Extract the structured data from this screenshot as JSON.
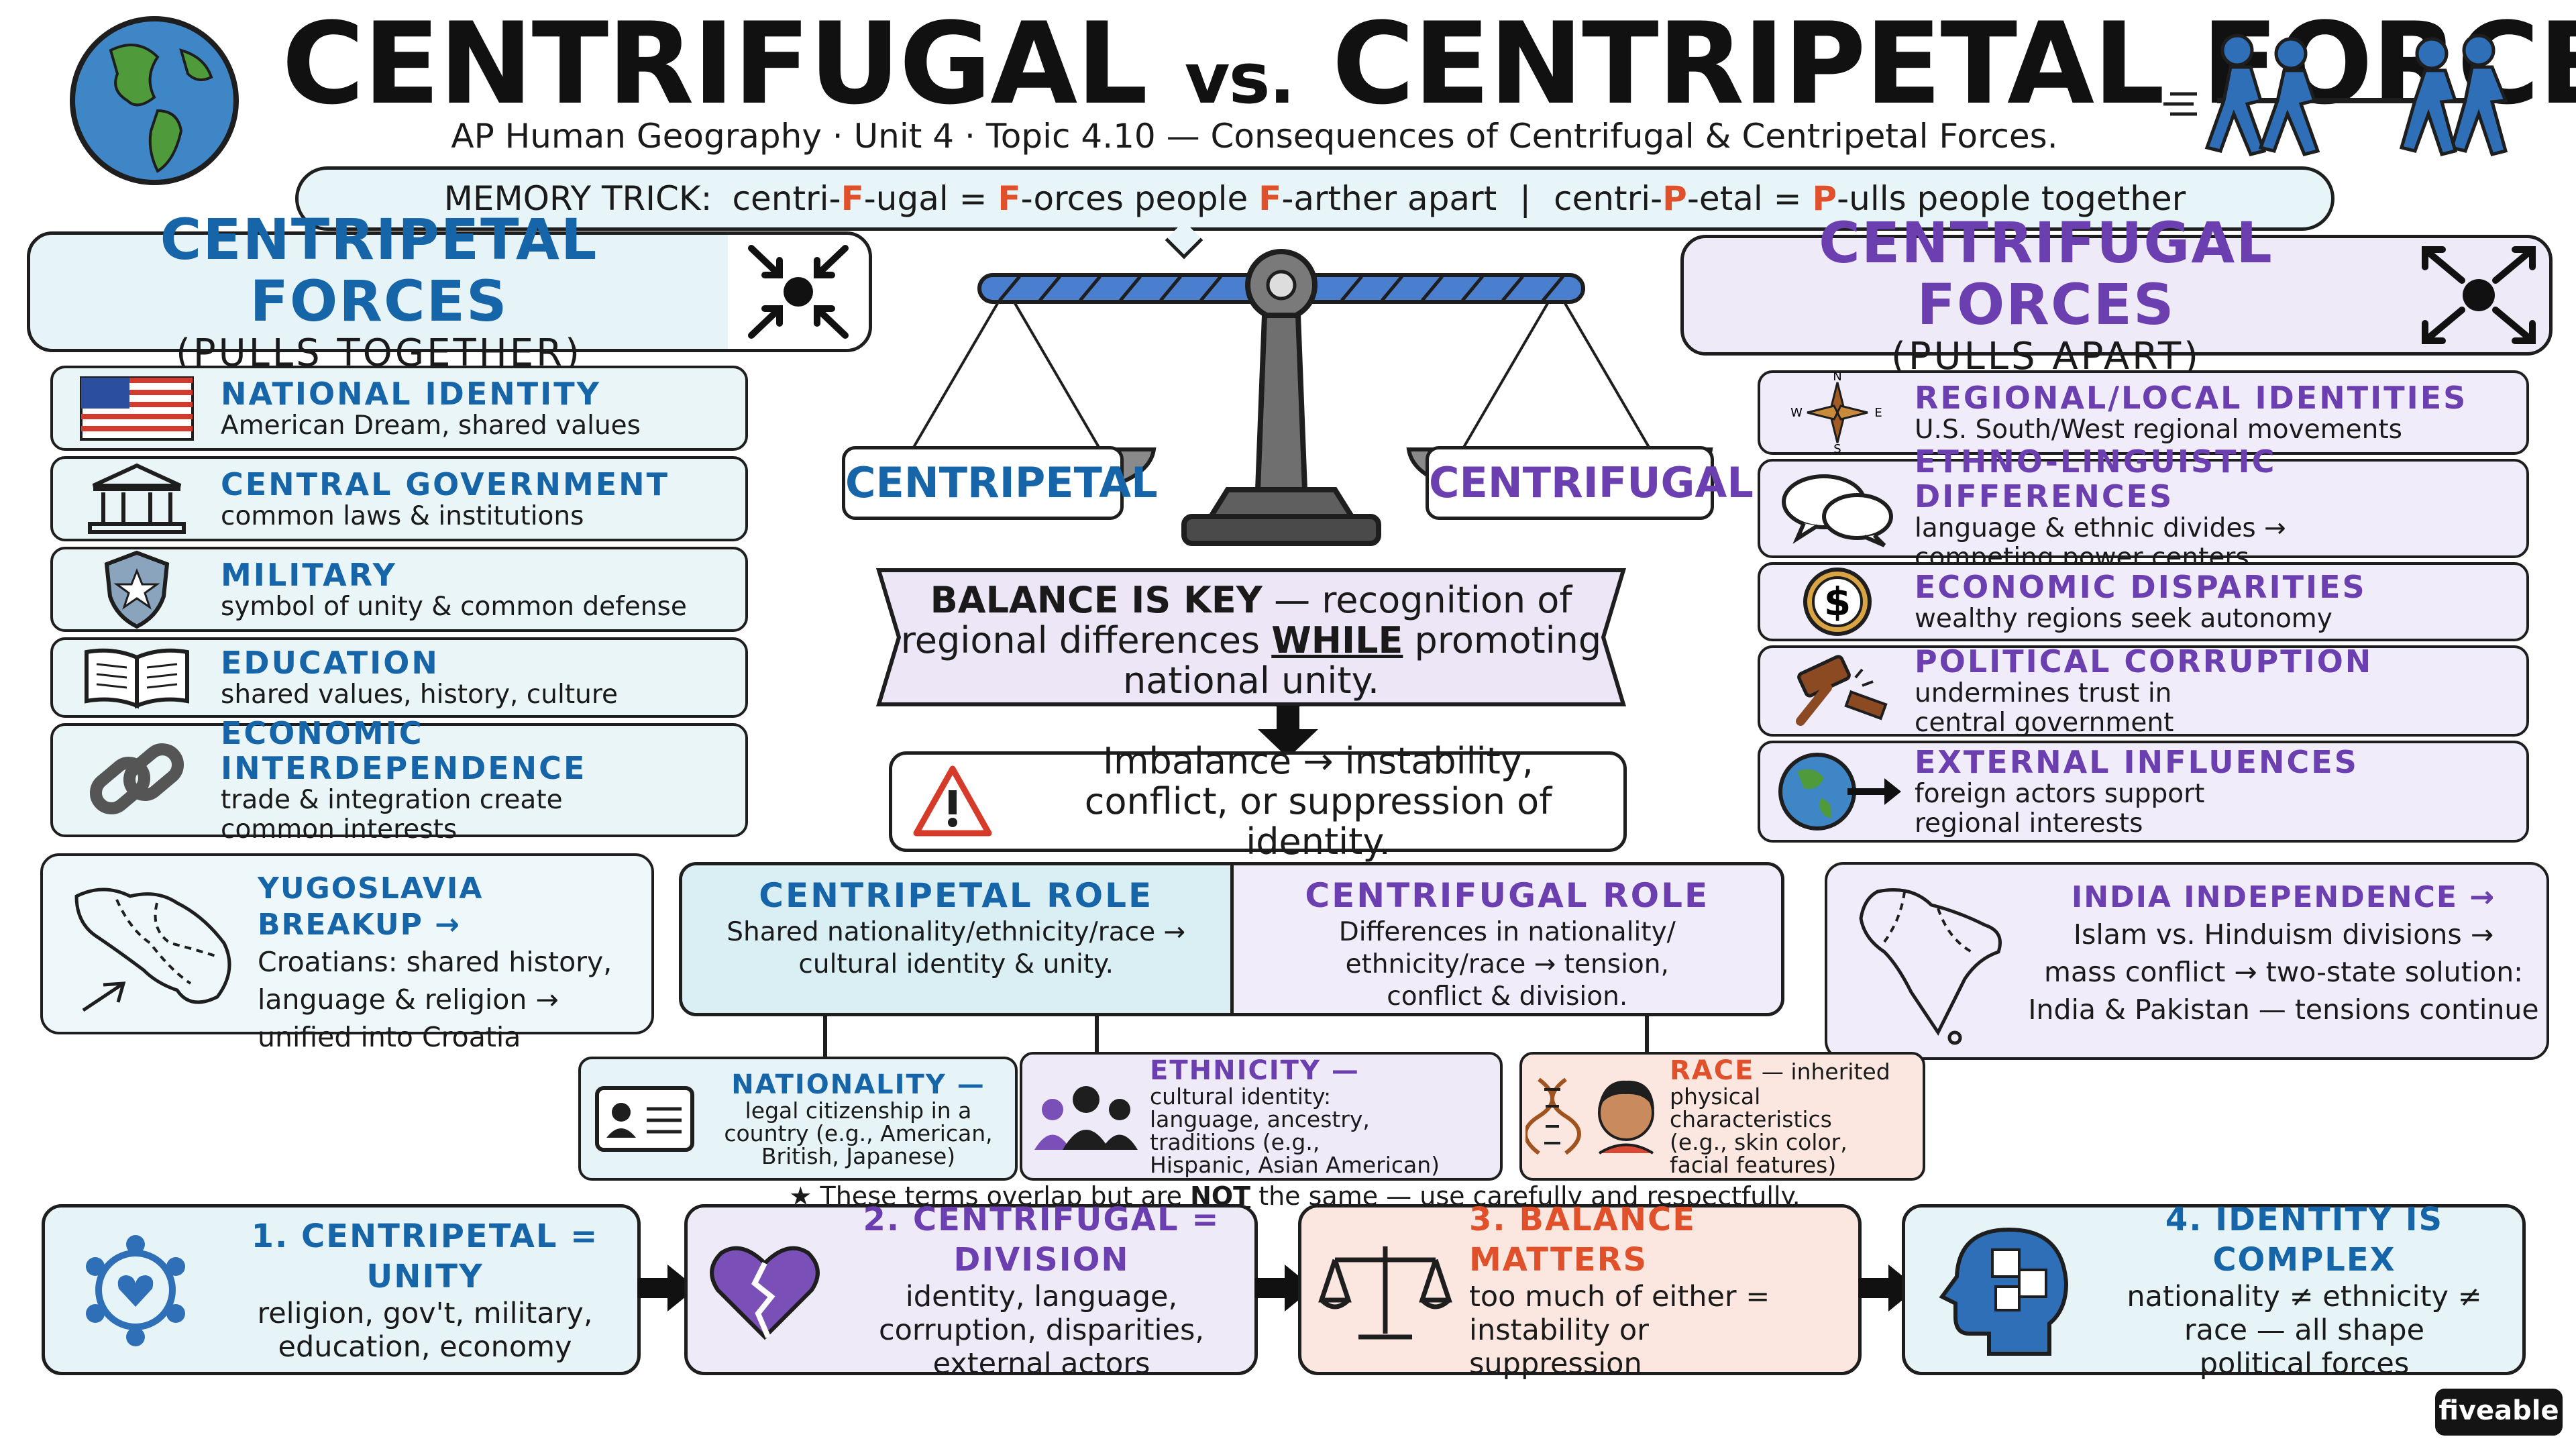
{
  "header": {
    "title_left": "CENTRIFUGAL",
    "title_vs": "vs.",
    "title_right": "CENTRIPETAL FORCES",
    "subtitle": "AP Human Geography · Unit 4 · Topic 4.10 — Consequences of Centrifugal & Centripetal Forces."
  },
  "memory": {
    "label": "MEMORY TRICK:",
    "a1": "centri-",
    "a2": "F",
    "a3": "-ugal = ",
    "a4": "F",
    "a5": "-orces people ",
    "a6": "F",
    "a7": "-arther apart",
    "sep": "|",
    "b1": "centri-",
    "b2": "P",
    "b3": "-etal = ",
    "b4": "P",
    "b5": "-ulls people together"
  },
  "centripetal": {
    "title": "CENTRIPETAL FORCES",
    "subtitle": "(PULLS TOGETHER)",
    "items": [
      {
        "title": "NATIONAL IDENTITY",
        "desc": "American Dream, shared values",
        "icon": "us-flag-icon"
      },
      {
        "title": "CENTRAL GOVERNMENT",
        "desc": "common laws & institutions",
        "icon": "government-building-icon"
      },
      {
        "title": "MILITARY",
        "desc": "symbol of unity & common defense",
        "icon": "shield-star-icon"
      },
      {
        "title": "EDUCATION",
        "desc": "shared values, history, culture",
        "icon": "open-book-icon"
      },
      {
        "title": "ECONOMIC INTERDEPENDENCE",
        "desc1": "trade & integration create",
        "desc2": "common interests",
        "icon": "chain-link-icon"
      }
    ]
  },
  "centrifugal": {
    "title": "CENTRIFUGAL FORCES",
    "subtitle": "(PULLS APART)",
    "items": [
      {
        "title": "REGIONAL/LOCAL IDENTITIES",
        "desc": "U.S. South/West regional movements",
        "icon": "compass-rose-icon"
      },
      {
        "title": "ETHNO-LINGUISTIC DIFFERENCES",
        "desc1": "language & ethnic divides →",
        "desc2": "competing power centers",
        "icon": "speech-bubbles-icon"
      },
      {
        "title": "ECONOMIC DISPARITIES",
        "desc": "wealthy regions seek autonomy",
        "icon": "dollar-coin-icon"
      },
      {
        "title": "POLITICAL CORRUPTION",
        "desc1": "undermines trust in",
        "desc2": "central government",
        "icon": "gavel-icon"
      },
      {
        "title": "EXTERNAL INFLUENCES",
        "desc1": "foreign actors support",
        "desc2": "regional interests",
        "icon": "globe-arrow-icon"
      }
    ]
  },
  "scale": {
    "left_label": "CENTRIPETAL",
    "right_label": "CENTRIFUGAL",
    "compass": {
      "n": "N",
      "s": "S",
      "e": "E",
      "w": "W"
    }
  },
  "balance": {
    "l1a": "BALANCE IS KEY",
    "l1b": " — recognition of",
    "l2a": "regional differences ",
    "l2b": "WHILE",
    "l2c": " promoting",
    "l3": "national unity."
  },
  "imbalance": {
    "l1": "Imbalance → instability,",
    "l2": "conflict, or suppression of identity."
  },
  "cases": {
    "yugoslavia": {
      "title": "YUGOSLAVIA BREAKUP →",
      "l1": "Croatians: shared history,",
      "l2": "language & religion →",
      "l3": "unified into Croatia"
    },
    "india": {
      "title": "INDIA INDEPENDENCE →",
      "l1": "Islam vs. Hinduism divisions →",
      "l2": "mass conflict → two-state solution:",
      "l3": "India & Pakistan — tensions continue"
    }
  },
  "roles": {
    "left": {
      "title": "CENTRIPETAL ROLE",
      "l1": "Shared nationality/ethnicity/race →",
      "l2": "cultural identity & unity."
    },
    "right": {
      "title": "CENTRIFUGAL ROLE",
      "l1": "Differences in nationality/",
      "l2": "ethnicity/race → tension,",
      "l3": "conflict & division."
    }
  },
  "terms": {
    "nationality": {
      "title": "NATIONALITY —",
      "l1": "legal citizenship in a",
      "l2": "country (e.g., American,",
      "l3": "British, Japanese)"
    },
    "ethnicity": {
      "title": "ETHNICITY —",
      "l1": "cultural identity:",
      "l2": "language, ancestry,",
      "l3": "traditions (e.g.,",
      "l4": "Hispanic, Asian American)"
    },
    "race": {
      "title": "RACE",
      "t2": " — inherited",
      "l1": "physical characteristics",
      "l2": "(e.g., skin color,",
      "l3": "facial features)"
    }
  },
  "note": {
    "a": "These terms overlap but are ",
    "b": "NOT",
    "c": " the same — use carefully and respectfully."
  },
  "summary": [
    {
      "title": "1. CENTRIPETAL = UNITY",
      "l1": "religion, gov't, military,",
      "l2": "education, economy"
    },
    {
      "title": "2. CENTRIFUGAL = DIVISION",
      "l1": "identity, language,",
      "l2": "corruption, disparities,",
      "l3": "external actors"
    },
    {
      "title": "3. BALANCE MATTERS",
      "l1": "too much of either =",
      "l2": "instability or",
      "l3": "suppression"
    },
    {
      "title": "4. IDENTITY IS COMPLEX",
      "l1": "nationality ≠ ethnicity ≠",
      "l2": "race — all shape",
      "l3": "political forces"
    }
  ],
  "brand": "fiveable",
  "colors": {
    "blue": "#1565a8",
    "purple": "#6b3fb0",
    "orange": "#e0502a",
    "teal_bg": "#e6f4f7",
    "purple_bg": "#efeaf8",
    "salmon_bg": "#fbe7df"
  }
}
